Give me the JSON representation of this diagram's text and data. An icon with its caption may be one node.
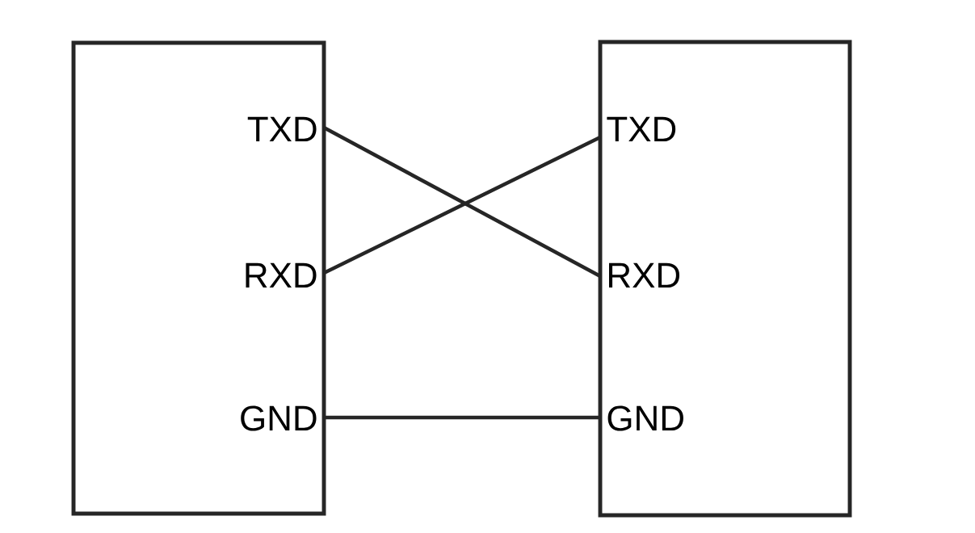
{
  "diagram": {
    "nodes": [
      {
        "text": [],
        "shape": "box"
      },
      {
        "text": [],
        "shape": "box"
      },
      {
        "text": [
          "TXD"
        ],
        "in": 0
      },
      {
        "text": [
          "RXD"
        ],
        "in": 0
      },
      {
        "text": [
          "GND"
        ],
        "in": 0
      },
      {
        "text": [
          "TXD"
        ],
        "in": 1
      },
      {
        "text": [
          "RXD"
        ],
        "in": 1
      },
      {
        "text": [
          "GND"
        ],
        "in": 1
      }
    ],
    "edges": [
      {
        "from": 2,
        "to": 6,
        "arrow": "none"
      },
      {
        "from": 3,
        "to": 5,
        "arrow": "none"
      },
      {
        "from": 4,
        "to": 7,
        "arrow": "none"
      }
    ]
  }
}
